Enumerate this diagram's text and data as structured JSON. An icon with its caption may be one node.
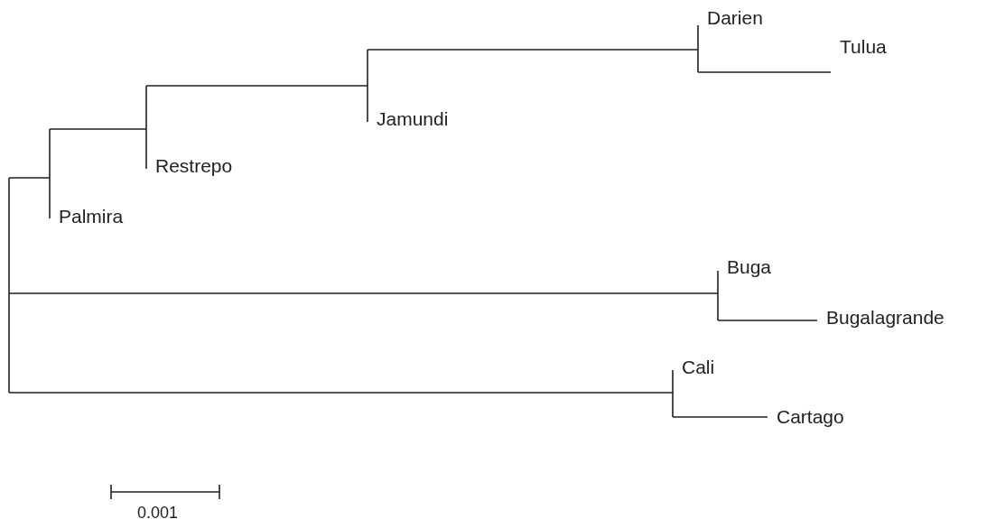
{
  "diagram": {
    "labels": [
      "Darien",
      "Tulua",
      "Jamundi",
      "Restrepo",
      "Palmira",
      "Buga",
      "Bugalagrande",
      "Cali",
      "Cartago",
      "0.001"
    ]
  }
}
